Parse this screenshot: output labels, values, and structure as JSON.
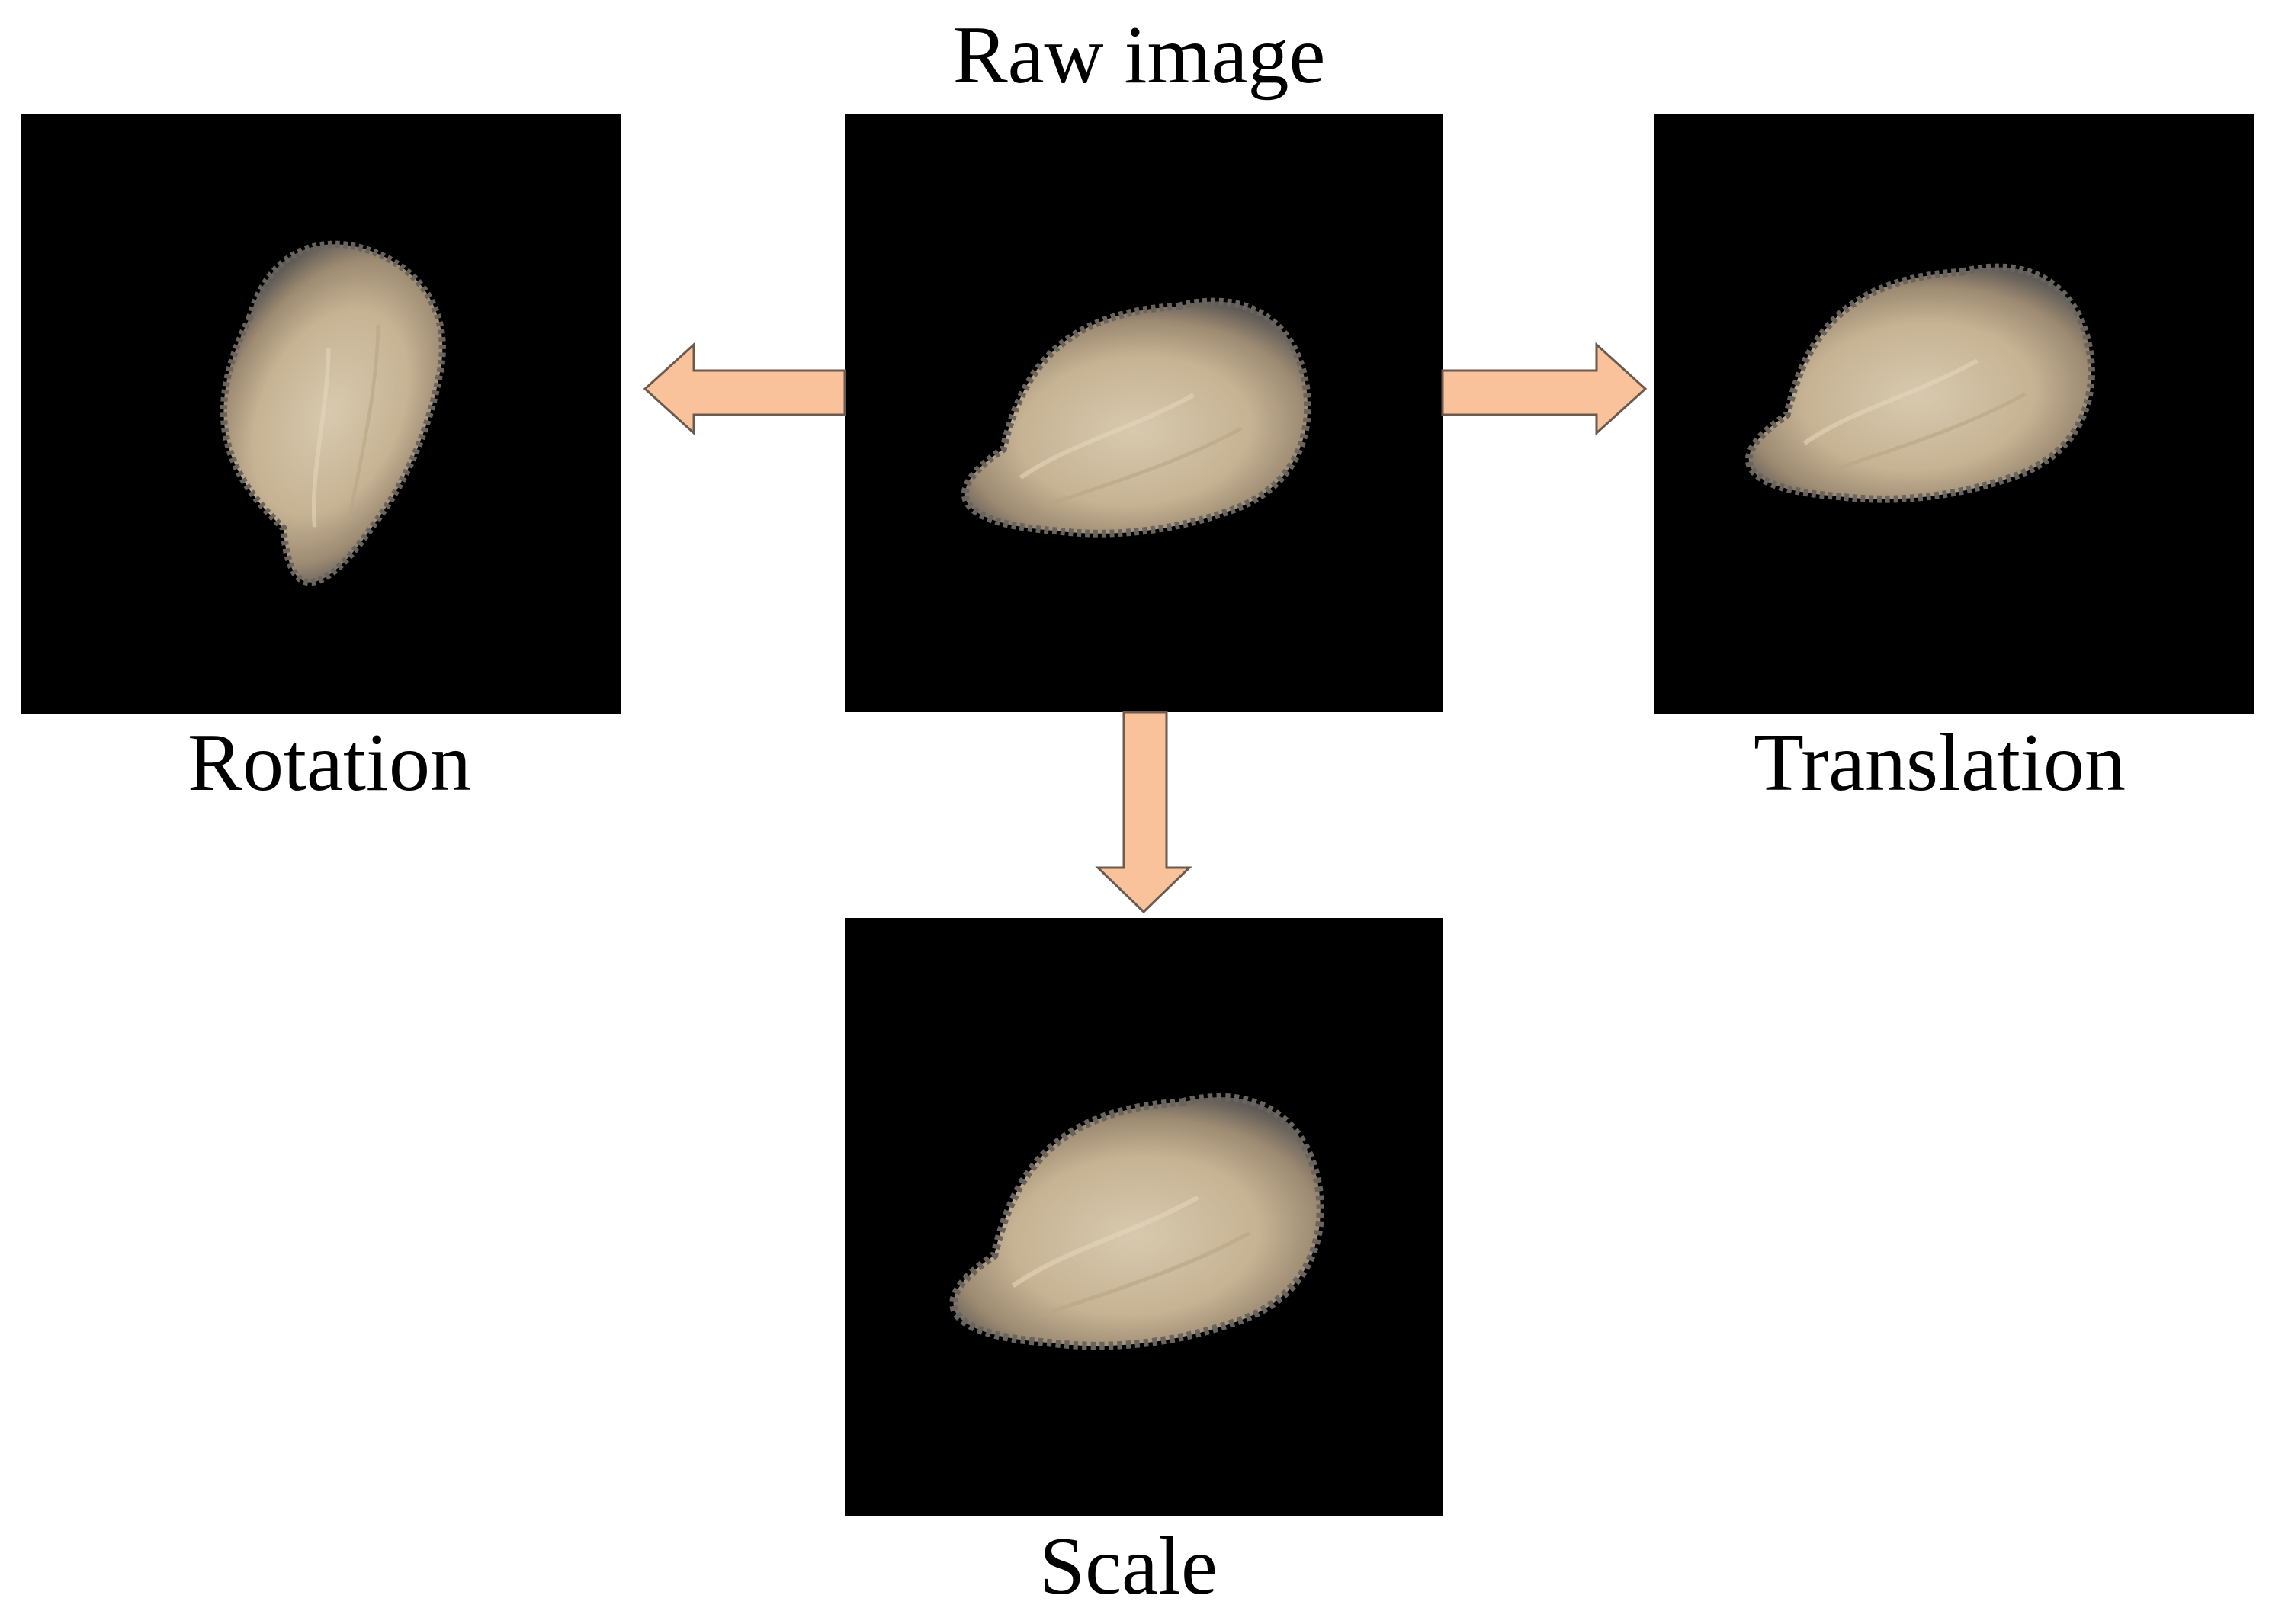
{
  "labels": {
    "raw": "Raw image",
    "rotation": "Rotation",
    "translation": "Translation",
    "scale": "Scale"
  },
  "icons": {
    "seed": "seed-image",
    "arrow": "block-arrow"
  },
  "colors": {
    "panel_background": "#000000",
    "arrow_fill": "#f9c29a",
    "arrow_stroke": "#6b5a50",
    "seed_rim": "#5e5a56",
    "seed_body": "#c9b79a"
  }
}
